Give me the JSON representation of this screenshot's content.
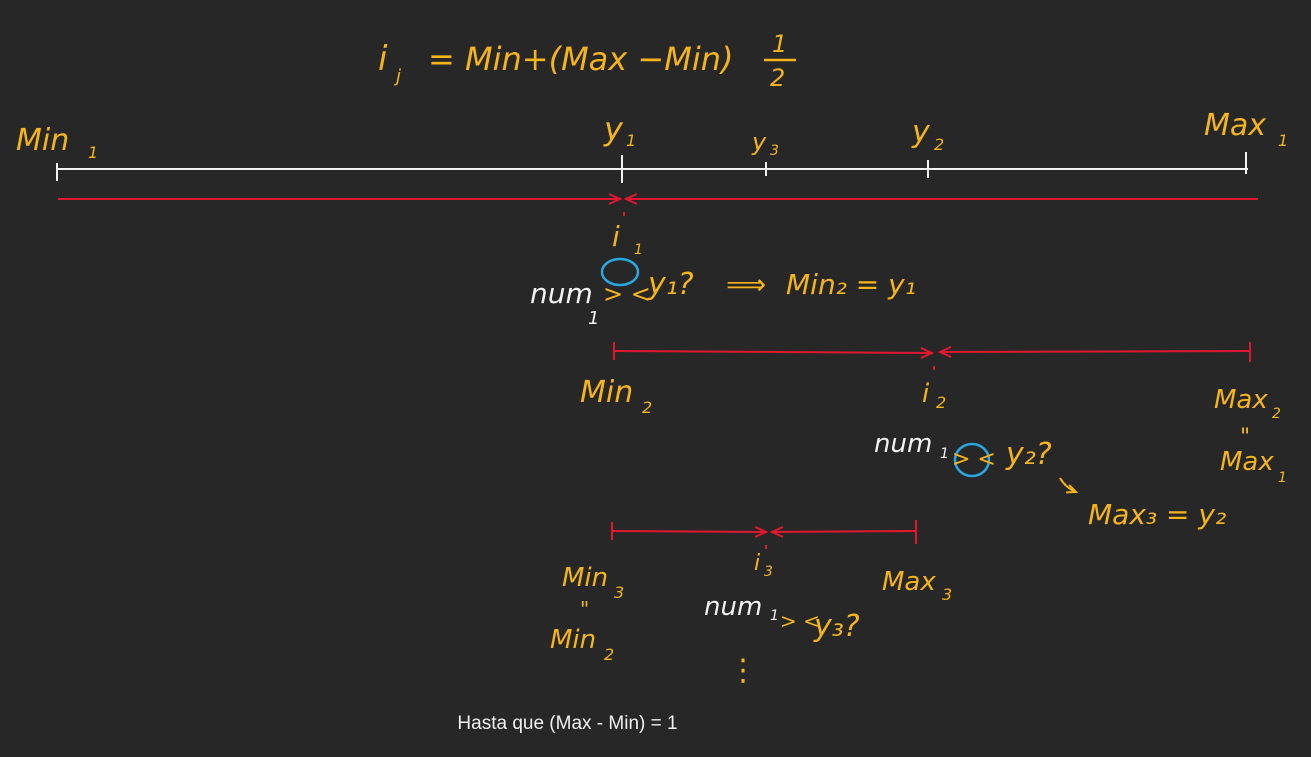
{
  "formula": {
    "lhs": "i",
    "lhs_sub": "j",
    "rhs": "= Min+(Max −Min)",
    "fraction_num": "1",
    "fraction_den": "2"
  },
  "level1": {
    "min_label": "Min",
    "min_sub": "1",
    "max_label": "Max",
    "max_sub": "1",
    "y1_label": "y",
    "y1_sub": "1",
    "y2_label": "y",
    "y2_sub": "2",
    "y3_label": "y",
    "y3_sub": "3",
    "mid_label": "i",
    "mid_sub": "1"
  },
  "step1": {
    "num": "num",
    "num_sub": "1",
    "symbols": "> <",
    "rest": "y₁?",
    "arrow": "⟹",
    "result": "Min₂ = y₁"
  },
  "level2": {
    "min_label": "Min",
    "min_sub": "2",
    "mid_label": "i",
    "mid_sub": "2",
    "max_label": "Max",
    "max_sub": "2",
    "eq_mark": "\"",
    "max_eq": "Max",
    "max_eq_sub": "1"
  },
  "step2": {
    "num": "num",
    "num_sub": "1",
    "symbols": "> <",
    "rest": "y₂?",
    "result": "Max₃ = y₂"
  },
  "level3": {
    "min_label": "Min",
    "min_sub": "3",
    "eq_mark": "\"",
    "min_eq": "Min",
    "min_eq_sub": "2",
    "mid_label": "i",
    "mid_sub": "3",
    "max_label": "Max",
    "max_sub": "3"
  },
  "step3": {
    "num": "num",
    "num_sub": "1",
    "symbols": "> <",
    "rest": "y₃?",
    "ellipsis": "⋮"
  },
  "caption": "Hasta que (Max - Min) = 1",
  "colors": {
    "background": "#272727",
    "handwriting_yellow": "#f4b41a",
    "red_arrows": "#e0182f",
    "white_line": "#f2f2f2",
    "blue_circle": "#2aa7e0"
  }
}
